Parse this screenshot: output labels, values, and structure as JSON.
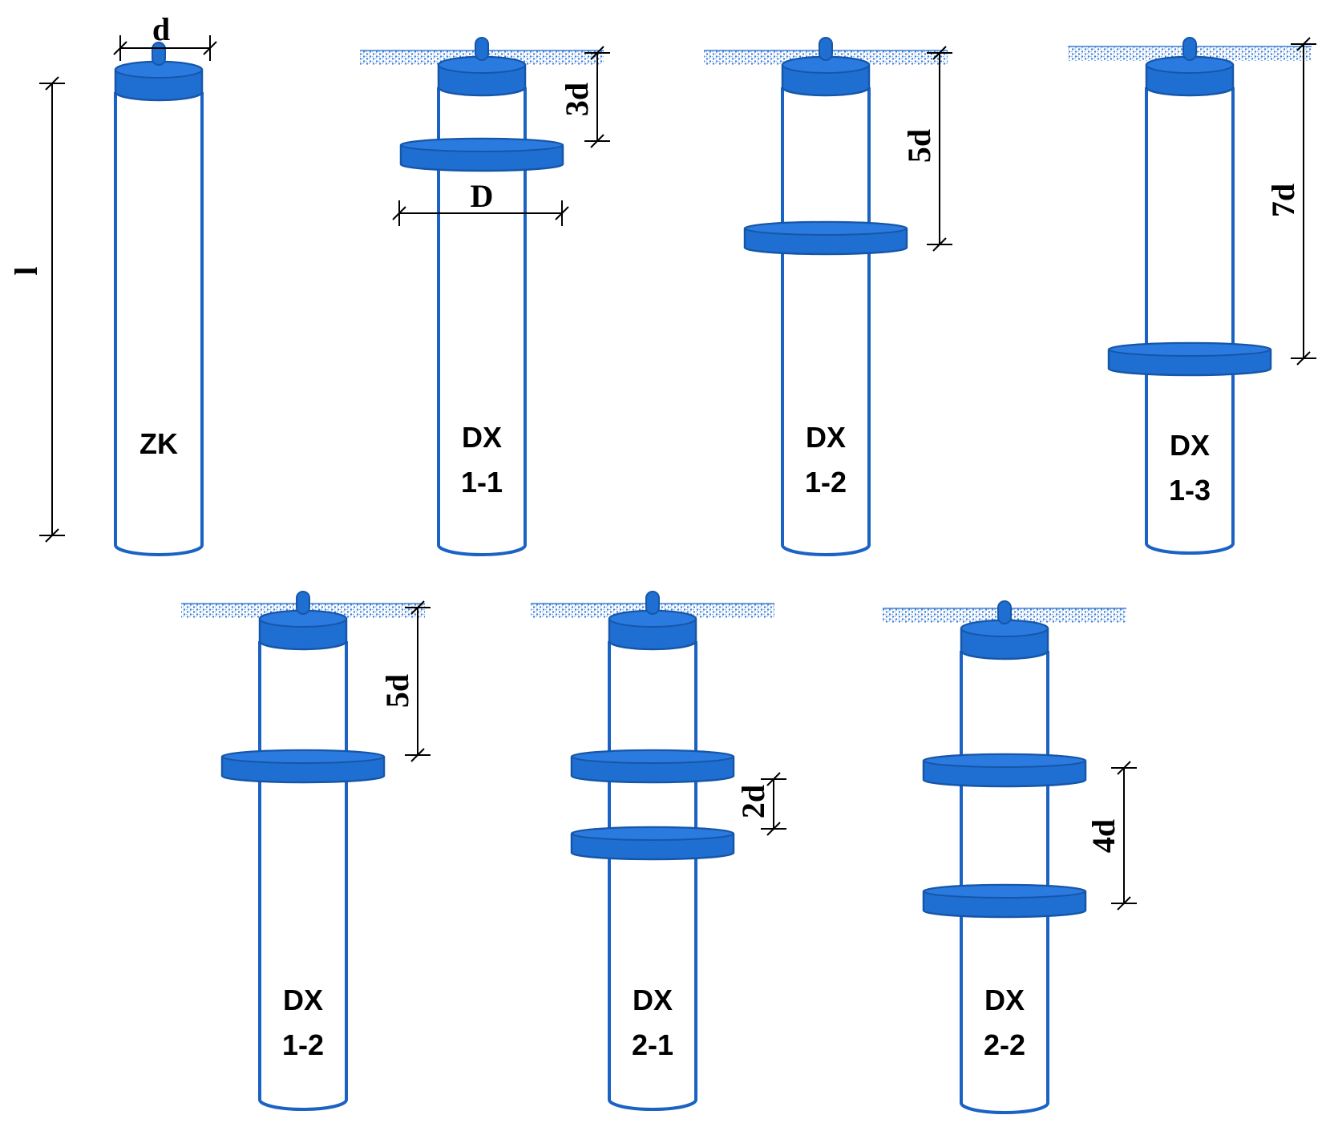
{
  "colors": {
    "pile_stroke": "#1a62c4",
    "fill": "#1f6fd3",
    "ground": "#3d7fd4"
  },
  "pile_length_label": "l",
  "diameter_label": "d",
  "plate_diameter_label": "D",
  "piles": [
    {
      "id": "zk",
      "label_lines": [
        "ZK"
      ],
      "ground": false,
      "plates": [],
      "dims": []
    },
    {
      "id": "dx-1-1",
      "label_lines": [
        "DX",
        "1-1"
      ],
      "ground": true,
      "plates": [
        "3d"
      ],
      "dims": [
        "3d"
      ]
    },
    {
      "id": "dx-1-2-top",
      "label_lines": [
        "DX",
        "1-2"
      ],
      "ground": true,
      "plates": [
        "5d"
      ],
      "dims": [
        "5d"
      ]
    },
    {
      "id": "dx-1-3",
      "label_lines": [
        "DX",
        "1-3"
      ],
      "ground": true,
      "plates": [
        "7d"
      ],
      "dims": [
        "7d"
      ]
    },
    {
      "id": "dx-1-2-bottom",
      "label_lines": [
        "DX",
        "1-2"
      ],
      "ground": true,
      "plates": [
        "5d"
      ],
      "dims": [
        "5d"
      ]
    },
    {
      "id": "dx-2-1",
      "label_lines": [
        "DX",
        "2-1"
      ],
      "ground": true,
      "plates": [
        "",
        ""
      ],
      "dims": [
        "2d"
      ]
    },
    {
      "id": "dx-2-2",
      "label_lines": [
        "DX",
        "2-2"
      ],
      "ground": true,
      "plates": [
        "",
        ""
      ],
      "dims": [
        "4d"
      ]
    }
  ]
}
